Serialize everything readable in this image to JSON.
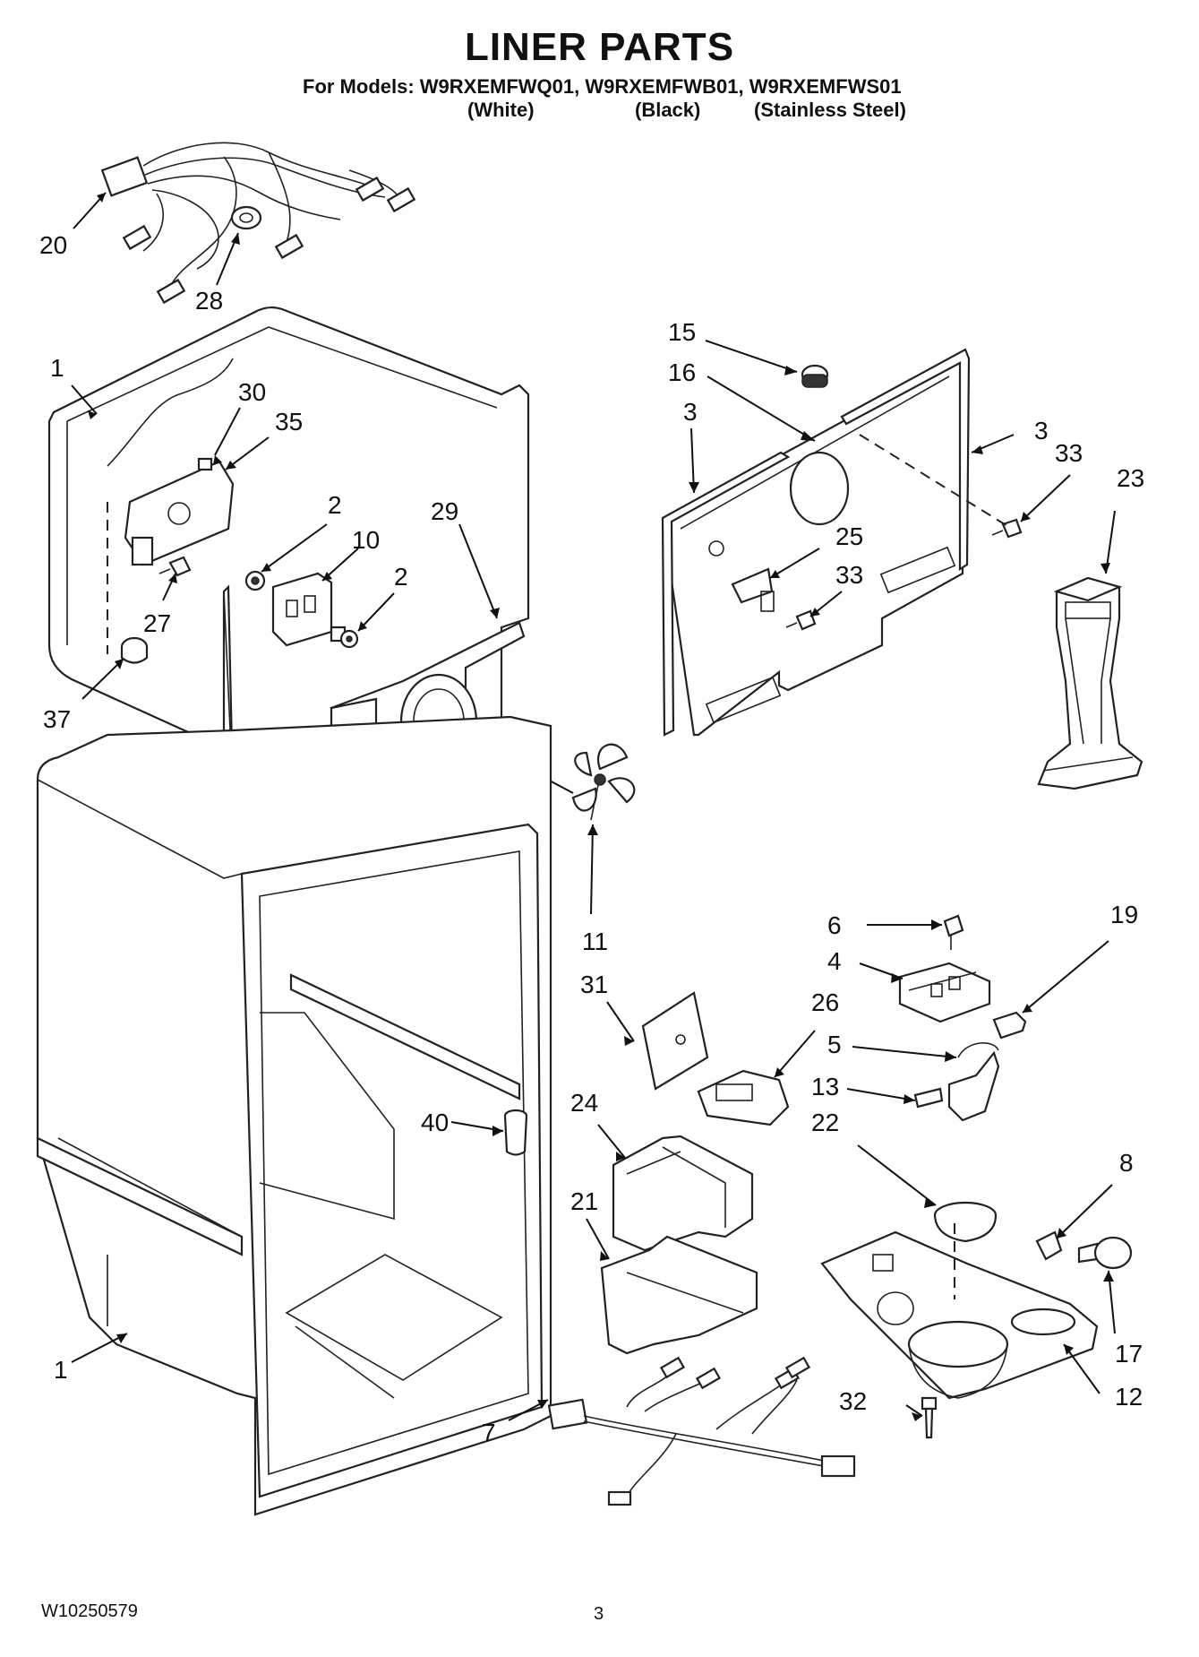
{
  "header": {
    "title": "LINER PARTS",
    "models": "For Models: W9RXEMFWQ01, W9RXEMFWB01, W9RXEMFWS01",
    "variants": [
      "(White)",
      "(Black)",
      "(Stainless Steel)"
    ]
  },
  "callouts": [
    "20",
    "28",
    "1",
    "30",
    "35",
    "2",
    "10",
    "29",
    "2",
    "27",
    "37",
    "15",
    "16",
    "3",
    "3",
    "33",
    "23",
    "25",
    "33",
    "11",
    "6",
    "19",
    "4",
    "31",
    "26",
    "5",
    "13",
    "24",
    "40",
    "22",
    "8",
    "21",
    "17",
    "1",
    "12",
    "32",
    "7"
  ],
  "footer": {
    "doc_number": "W10250579",
    "page_number": "3"
  }
}
